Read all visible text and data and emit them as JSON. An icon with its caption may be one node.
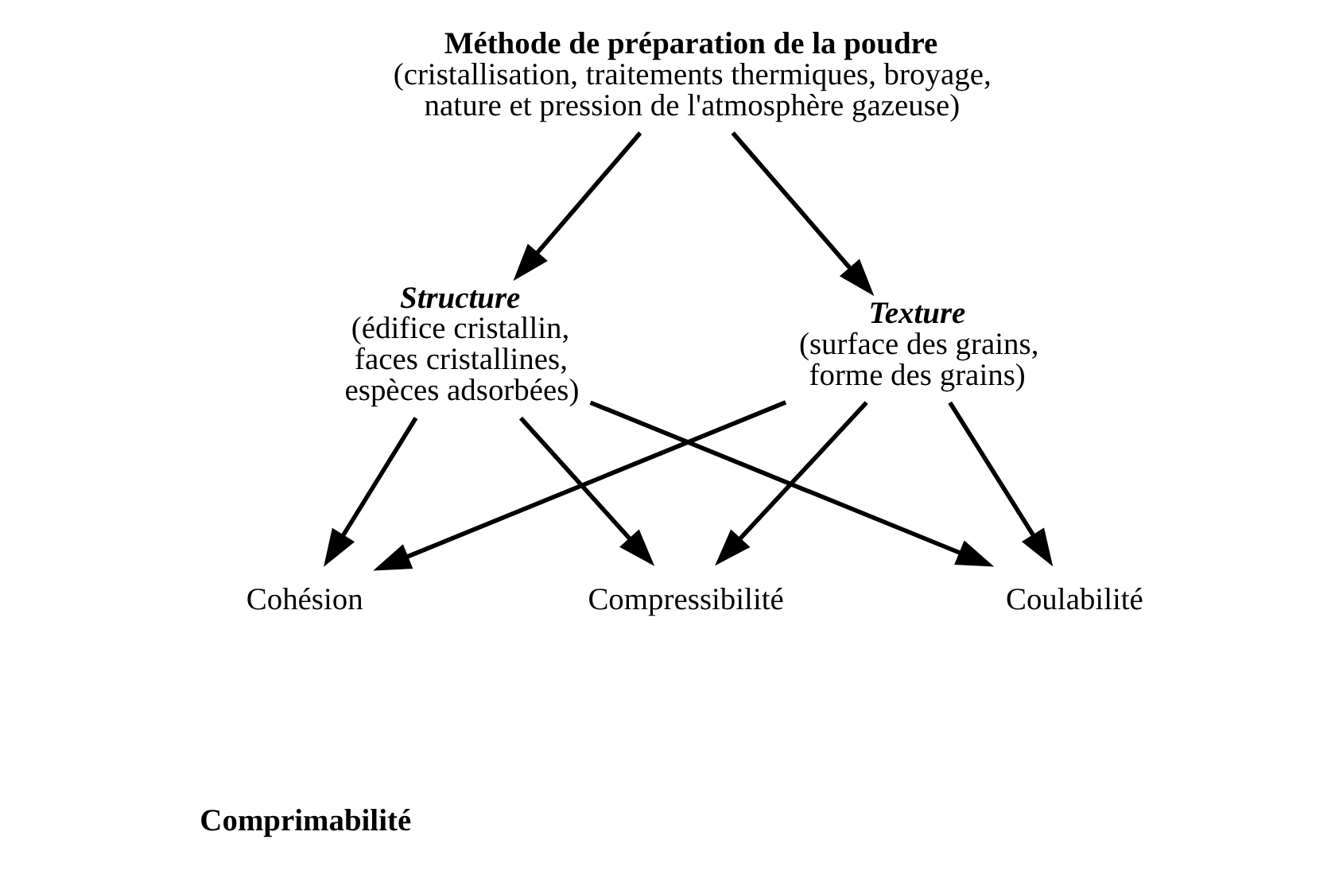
{
  "diagram": {
    "nodes": [
      {
        "text": [
          "Méthode de préparation de la poudre",
          "(cristallisation, traitements thermiques, broyage, nature et pression de l'atmosphère gazeuse)"
        ]
      },
      {
        "text": [
          "Structure",
          "(édifice cristallin, faces cristallines, espèces adsorbées)"
        ]
      },
      {
        "text": [
          "Texture",
          "(surface des grains, forme des grains)"
        ]
      },
      {
        "text": [
          "Cohésion"
        ]
      },
      {
        "text": [
          "Compressibilité"
        ]
      },
      {
        "text": [
          "Coulabilité"
        ]
      }
    ],
    "edges": [
      {
        "from": 0,
        "to": 1,
        "arrow": "to"
      },
      {
        "from": 0,
        "to": 2,
        "arrow": "to"
      },
      {
        "from": 1,
        "to": 3,
        "arrow": "to"
      },
      {
        "from": 1,
        "to": 4,
        "arrow": "to"
      },
      {
        "from": 1,
        "to": 5,
        "arrow": "to"
      },
      {
        "from": 2,
        "to": 5,
        "arrow": "to"
      },
      {
        "from": 2,
        "to": 4,
        "arrow": "to"
      },
      {
        "from": 2,
        "to": 3,
        "arrow": "to"
      }
    ],
    "labels": [
      "Comprimabilité"
    ]
  }
}
